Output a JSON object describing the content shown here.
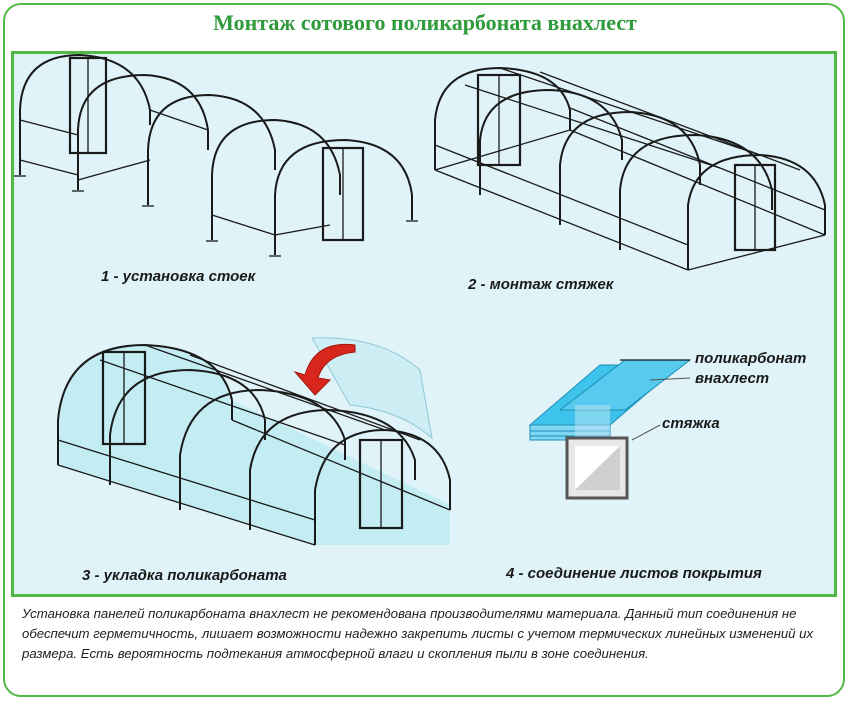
{
  "title": "Монтаж сотового поликарбоната внахлест",
  "steps": [
    {
      "caption": "1 - установка стоек"
    },
    {
      "caption": "2 - монтаж стяжек"
    },
    {
      "caption": "3 - укладка поликарбоната"
    },
    {
      "caption": "4 - соединение листов покрытия"
    }
  ],
  "detail_labels": {
    "polycarbonate_line1": "поликарбонат",
    "polycarbonate_line2": "внахлест",
    "tie": "стяжка"
  },
  "note": "Установка панелей поликарбоната внахлест не рекомендована производителями материала. Данный тип соединения не обеспечит герметичность, лишает возможности надежно закрепить листы с учетом термических линейных изменений их размера. Есть вероятность подтекания атмосферной влаги и скопления пыли в зоне соединения.",
  "colors": {
    "border": "#52b947",
    "title": "#2f9b3b",
    "panel_bg": "#dff3f8",
    "polycarbonate": "#3ec3ec",
    "arrow": "#d9261c"
  }
}
